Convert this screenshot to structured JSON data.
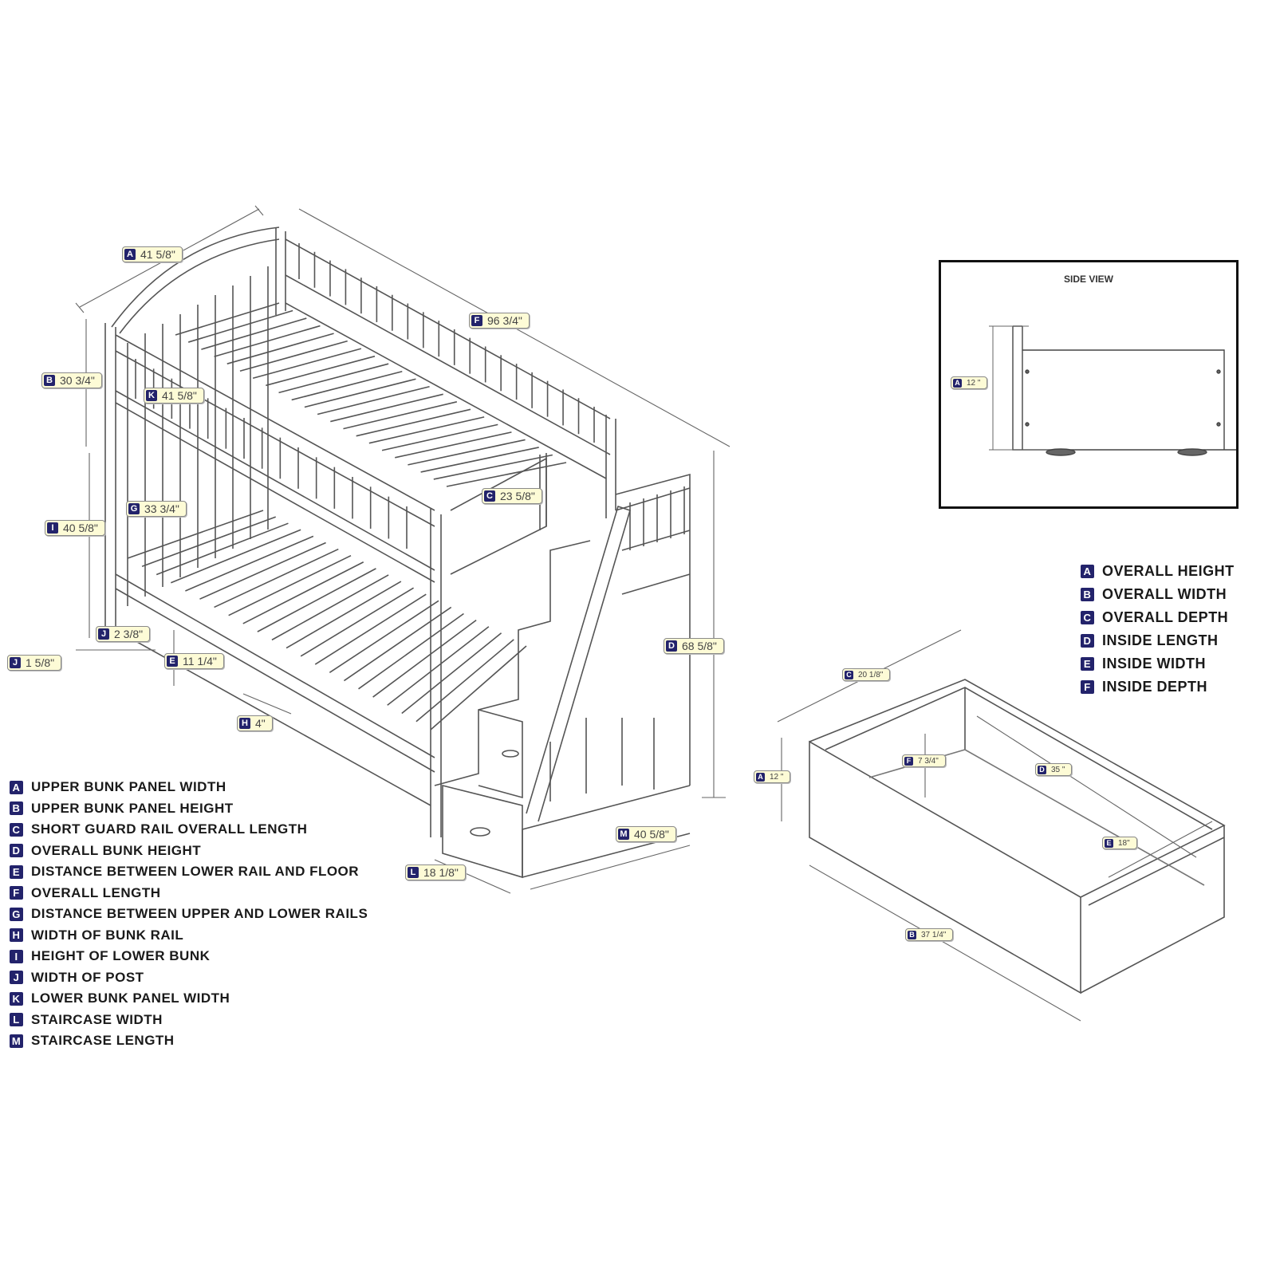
{
  "bed_dimensions": [
    {
      "letter": "A",
      "value": "41 5/8\""
    },
    {
      "letter": "F",
      "value": "96 3/4\""
    },
    {
      "letter": "B",
      "value": "30 3/4\""
    },
    {
      "letter": "K",
      "value": "41 5/8\""
    },
    {
      "letter": "C",
      "value": "23 5/8\""
    },
    {
      "letter": "G",
      "value": "33 3/4\""
    },
    {
      "letter": "I",
      "value": "40 5/8\""
    },
    {
      "letter": "J",
      "value": "2 3/8\""
    },
    {
      "letter": "J",
      "value": "1 5/8\""
    },
    {
      "letter": "E",
      "value": "11 1/4\""
    },
    {
      "letter": "H",
      "value": "4\""
    },
    {
      "letter": "D",
      "value": "68 5/8\""
    },
    {
      "letter": "M",
      "value": "40 5/8\""
    },
    {
      "letter": "L",
      "value": "18 1/8\""
    }
  ],
  "bed_legend": [
    {
      "letter": "A",
      "label": "UPPER BUNK PANEL WIDTH"
    },
    {
      "letter": "B",
      "label": "UPPER BUNK PANEL HEIGHT"
    },
    {
      "letter": "C",
      "label": "SHORT GUARD RAIL OVERALL LENGTH"
    },
    {
      "letter": "D",
      "label": "OVERALL BUNK HEIGHT"
    },
    {
      "letter": "E",
      "label": "DISTANCE BETWEEN LOWER RAIL AND FLOOR"
    },
    {
      "letter": "F",
      "label": "OVERALL LENGTH"
    },
    {
      "letter": "G",
      "label": "DISTANCE BETWEEN UPPER AND LOWER RAILS"
    },
    {
      "letter": "H",
      "label": "WIDTH OF BUNK RAIL"
    },
    {
      "letter": "I",
      "label": "HEIGHT OF LOWER BUNK"
    },
    {
      "letter": "J",
      "label": "WIDTH OF POST"
    },
    {
      "letter": "K",
      "label": "LOWER BUNK PANEL WIDTH"
    },
    {
      "letter": "L",
      "label": "STAIRCASE WIDTH"
    },
    {
      "letter": "M",
      "label": "STAIRCASE LENGTH"
    }
  ],
  "side_view": {
    "title": "SIDE VIEW",
    "dimension": {
      "letter": "A",
      "value": "12 \""
    }
  },
  "drawer_dimensions": [
    {
      "letter": "C",
      "value": "20 1/8\""
    },
    {
      "letter": "A",
      "value": "12 \""
    },
    {
      "letter": "F",
      "value": "7 3/4\""
    },
    {
      "letter": "D",
      "value": "35 \""
    },
    {
      "letter": "E",
      "value": "18\""
    },
    {
      "letter": "B",
      "value": "37 1/4\""
    }
  ],
  "drawer_legend": [
    {
      "letter": "A",
      "label": "OVERALL HEIGHT"
    },
    {
      "letter": "B",
      "label": "OVERALL WIDTH"
    },
    {
      "letter": "C",
      "label": "OVERALL DEPTH"
    },
    {
      "letter": "D",
      "label": "INSIDE LENGTH"
    },
    {
      "letter": "E",
      "label": "INSIDE WIDTH"
    },
    {
      "letter": "F",
      "label": "INSIDE DEPTH"
    }
  ]
}
